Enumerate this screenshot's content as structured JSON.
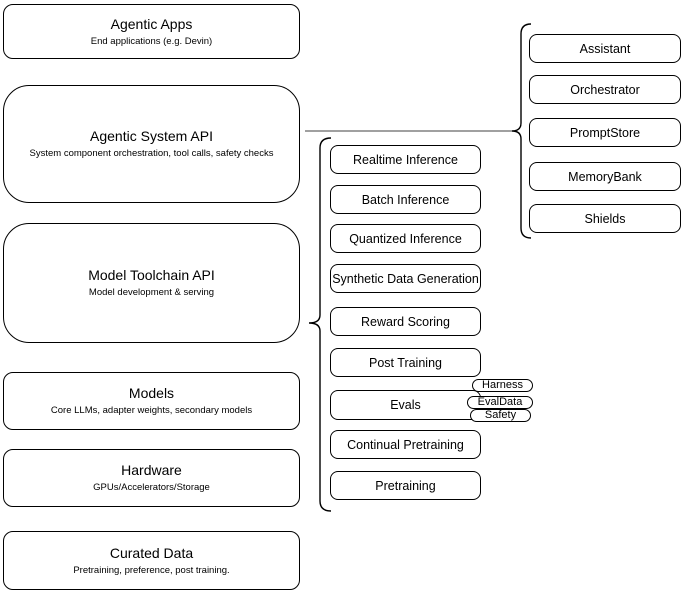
{
  "diagram": {
    "stack": [
      {
        "title": "Agentic Apps",
        "subtitle": "End applications (e.g. Devin)"
      },
      {
        "title": "Agentic System API",
        "subtitle": "System component orchestration, tool calls, safety checks"
      },
      {
        "title": "Model Toolchain API",
        "subtitle": "Model development & serving"
      },
      {
        "title": "Models",
        "subtitle": "Core LLMs, adapter weights, secondary models"
      },
      {
        "title": "Hardware",
        "subtitle": "GPUs/Accelerators/Storage"
      },
      {
        "title": "Curated Data",
        "subtitle": "Pretraining, preference, post training."
      }
    ],
    "toolchain_services": [
      "Realtime Inference",
      "Batch Inference",
      "Quantized Inference",
      "Synthetic Data Generation",
      "Reward Scoring",
      "Post Training",
      "Evals",
      "Continual Pretraining",
      "Pretraining"
    ],
    "evals_tags": [
      "Harness",
      "EvalData",
      "Safety"
    ],
    "system_components": [
      "Assistant",
      "Orchestrator",
      "PromptStore",
      "MemoryBank",
      "Shields"
    ],
    "colors": {
      "stroke": "#000000",
      "fill": "#ffffff",
      "connector": "#808080"
    }
  }
}
